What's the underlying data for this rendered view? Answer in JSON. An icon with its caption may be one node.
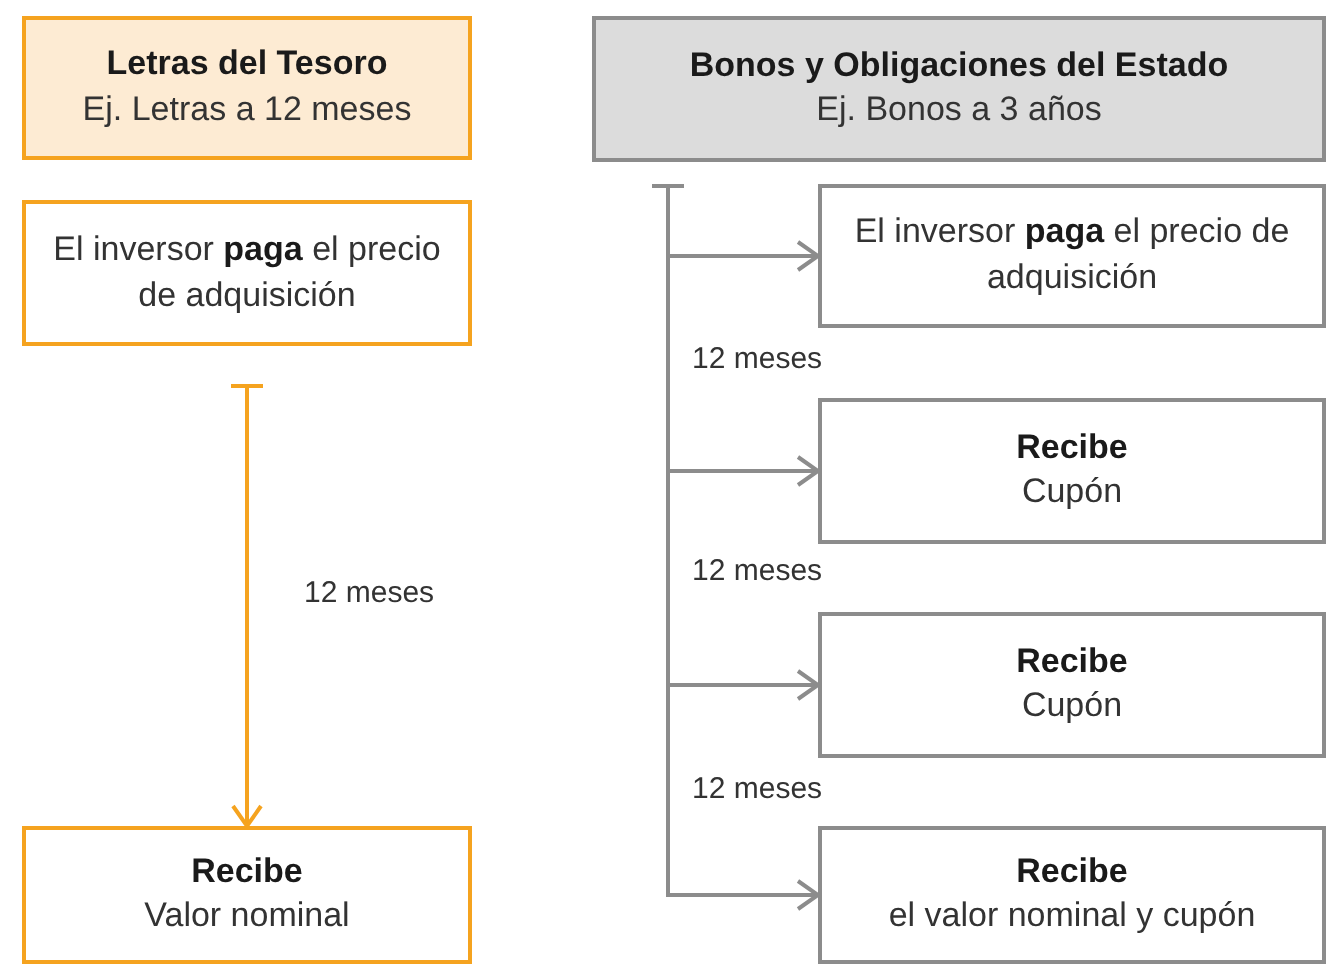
{
  "diagram": {
    "nodes": [
      {
        "text": [
          "Letras del Tesoro",
          "Ej. Letras a 12 meses"
        ]
      },
      {
        "text": [
          "El inversor **paga** el precio de adquisición"
        ]
      },
      {
        "text": [
          "Recibe",
          "Valor nominal"
        ]
      },
      {
        "text": [
          "Bonos y Obligaciones del Estado",
          "Ej. Bonos a 3 años"
        ]
      },
      {
        "text": [
          "El inversor **paga** el precio de adquisición"
        ]
      },
      {
        "text": [
          "Recibe",
          "Cupón"
        ]
      },
      {
        "text": [
          "Recibe",
          "Cupón"
        ]
      },
      {
        "text": [
          "Recibe",
          "el valor nominal y cupón"
        ]
      }
    ],
    "edges": [
      {
        "from": 1,
        "to": 2,
        "arrow": "to",
        "label": "12 meses",
        "color": "#f5a31f"
      },
      {
        "from": 3,
        "to": 4,
        "arrow": "to"
      },
      {
        "from": 3,
        "to": 5,
        "arrow": "to"
      },
      {
        "from": 3,
        "to": 6,
        "arrow": "to"
      },
      {
        "from": 3,
        "to": 7,
        "arrow": "to"
      }
    ],
    "labels": [
      "12 meses",
      "12 meses",
      "12 meses"
    ]
  }
}
